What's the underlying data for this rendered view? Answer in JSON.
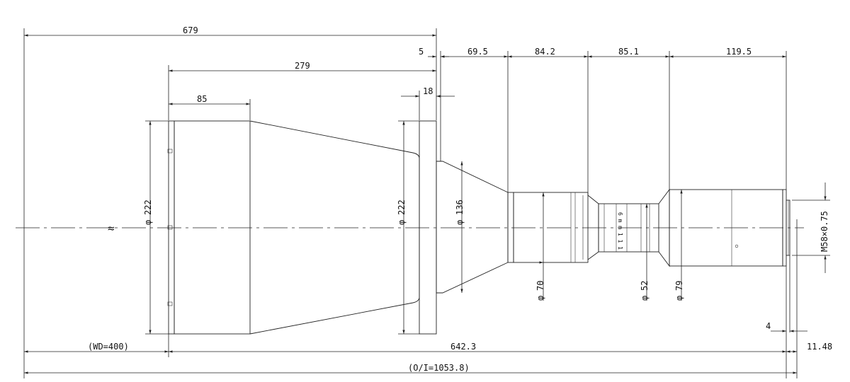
{
  "dimensions": {
    "overall_length": "679",
    "front_section": "279",
    "hood_length": "85",
    "gap": "5",
    "flange": "18",
    "seg1": "69.5",
    "seg2": "84.2",
    "seg3": "85.1",
    "seg4": "119.5",
    "dia_front": "222",
    "dia_flange": "222",
    "dia_cone": "136",
    "dia_body1": "70",
    "dia_body2": "52",
    "dia_body3": "79",
    "mount_thread": "M58×0.75",
    "mount_offset": "4",
    "working_distance": "(WD=400)",
    "body_length": "642.3",
    "back_focus": "11.48",
    "object_to_image": "(O/I=1053.8)"
  },
  "markings": {
    "break_symbol": "≈",
    "lens_text": "6 m m 1 1 1"
  },
  "diameter_symbol": "φ"
}
